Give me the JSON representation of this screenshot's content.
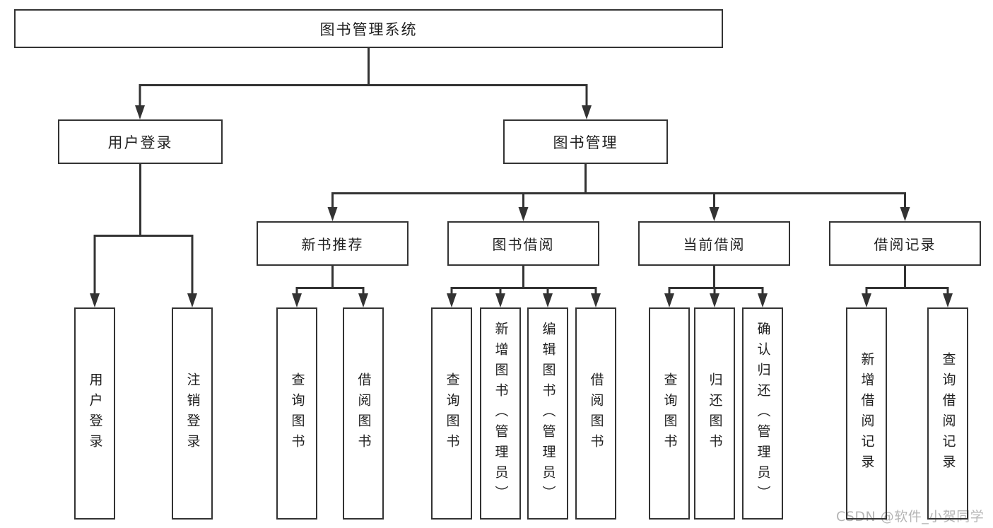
{
  "page": {
    "background": "#ffffff",
    "watermark": "CSDN @软件_小贺同学",
    "colors": {
      "line": "#333333",
      "box_border": "#333333",
      "text": "#1f1f1f",
      "watermark_text": "#b5b5b5"
    }
  },
  "diagram": {
    "type": "tree",
    "root": {
      "label": "图书管理系统",
      "children": [
        {
          "label": "用户登录",
          "children": [
            {
              "label": "用户登录"
            },
            {
              "label": "注销登录"
            }
          ]
        },
        {
          "label": "图书管理",
          "children": [
            {
              "label": "新书推荐",
              "children": [
                {
                  "label": "查询图书"
                },
                {
                  "label": "借阅图书"
                }
              ]
            },
            {
              "label": "图书借阅",
              "children": [
                {
                  "label": "查询图书"
                },
                {
                  "label": "新增图书（管理员）"
                },
                {
                  "label": "编辑图书（管理员）"
                },
                {
                  "label": "借阅图书"
                }
              ]
            },
            {
              "label": "当前借阅",
              "children": [
                {
                  "label": "查询图书"
                },
                {
                  "label": "归还图书"
                },
                {
                  "label": "确认归还（管理员）"
                }
              ]
            },
            {
              "label": "借阅记录",
              "children": [
                {
                  "label": "新增借阅记录"
                },
                {
                  "label": "查询借阅记录"
                }
              ]
            }
          ]
        }
      ]
    }
  }
}
